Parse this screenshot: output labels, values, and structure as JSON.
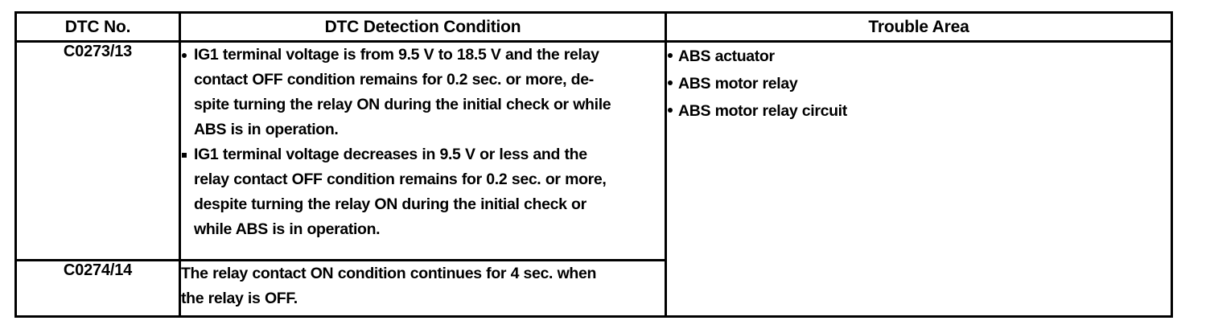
{
  "table": {
    "headers": {
      "dtc_no": "DTC No.",
      "detection_condition": "DTC Detection Condition",
      "trouble_area": "Trouble Area"
    },
    "rows": [
      {
        "dtc_no": "C0273/13",
        "condition_bullets": [
          {
            "marker": "dot",
            "lines": [
              "IG1 terminal voltage is from 9.5 V to 18.5 V and the relay",
              "contact OFF condition remains for 0.2 sec. or more, de-",
              "spite turning the relay ON during the initial check or while",
              "ABS is in operation."
            ]
          },
          {
            "marker": "square",
            "lines": [
              "IG1 terminal voltage decreases in 9.5 V or less and the",
              "relay contact OFF condition remains for 0.2 sec. or more,",
              "despite turning the relay ON during the initial check or",
              "while ABS is in operation."
            ]
          }
        ]
      },
      {
        "dtc_no": "C0274/14",
        "condition_lines": [
          "The relay contact ON condition continues for 4 sec. when",
          "the relay is OFF."
        ]
      }
    ],
    "trouble_area_items": [
      "ABS actuator",
      "ABS motor relay",
      "ABS motor relay circuit"
    ]
  }
}
